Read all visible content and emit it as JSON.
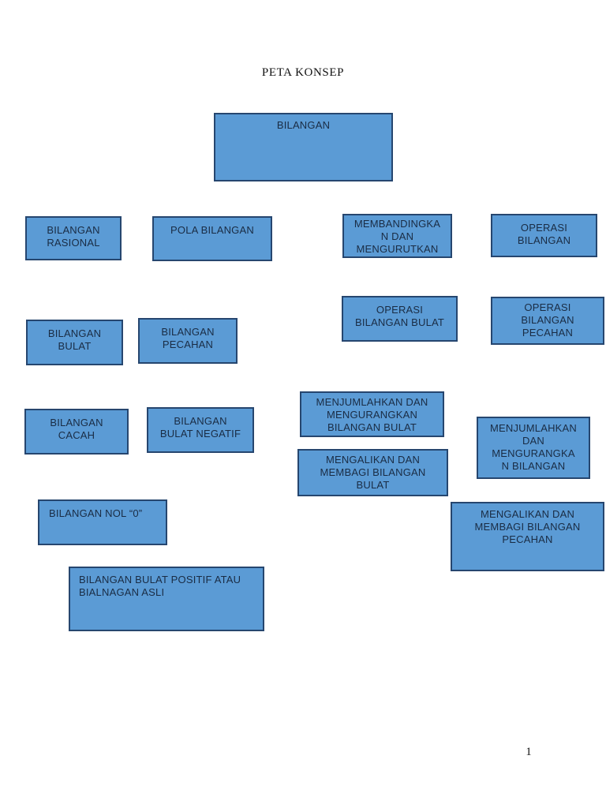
{
  "document": {
    "title": "PETA KONSEP",
    "page_number": "1"
  },
  "colors": {
    "page_bg": "#ffffff",
    "box_fill": "#5b9bd5",
    "box_border": "#26466f",
    "box_text": "#1a2c44",
    "heading_text": "#111111"
  },
  "nodes": [
    {
      "id": "bilangan",
      "label": "BILANGAN"
    },
    {
      "id": "bilangan-rasional",
      "label": "BILANGAN\nRASIONAL"
    },
    {
      "id": "pola-bilangan",
      "label": "POLA BILANGAN"
    },
    {
      "id": "membandingkan-dan-mengurutkan",
      "label": "MEMBANDINGKA\nN DAN\nMENGURUTKAN"
    },
    {
      "id": "operasi-bilangan",
      "label": "OPERASI\nBILANGAN"
    },
    {
      "id": "bilangan-bulat",
      "label": "BILANGAN\nBULAT"
    },
    {
      "id": "bilangan-pecahan",
      "label": "BILANGAN\nPECAHAN"
    },
    {
      "id": "operasi-bilangan-bulat",
      "label": "OPERASI\nBILANGAN BULAT"
    },
    {
      "id": "operasi-bilangan-pecahan",
      "label": "OPERASI\nBILANGAN\nPECAHAN"
    },
    {
      "id": "bilangan-cacah",
      "label": "BILANGAN\nCACAH"
    },
    {
      "id": "bilangan-bulat-negatif",
      "label": "BILANGAN\nBULAT NEGATIF"
    },
    {
      "id": "menjumlahkan-dan-mengurangkan-bilangan-bulat",
      "label": "MENJUMLAHKAN DAN\nMENGURANGKAN\nBILANGAN BULAT"
    },
    {
      "id": "menjumlahkan-dan-mengurangkan-bilangan",
      "label": "MENJUMLAHKAN\nDAN\nMENGURANGKA\nN BILANGAN"
    },
    {
      "id": "mengalikan-dan-membagi-bilangan-bulat",
      "label": "MENGALIKAN DAN\nMEMBAGI BILANGAN\nBULAT"
    },
    {
      "id": "bilangan-nol",
      "label": "BILANGAN NOL “0”"
    },
    {
      "id": "mengalikan-dan-membagi-bilangan-pecahan",
      "label": "MENGALIKAN DAN\nMEMBAGI BILANGAN\nPECAHAN"
    },
    {
      "id": "bilangan-bulat-positif",
      "label": "BILANGAN BULAT POSITIF ATAU\nBIALNAGAN ASLI"
    }
  ]
}
